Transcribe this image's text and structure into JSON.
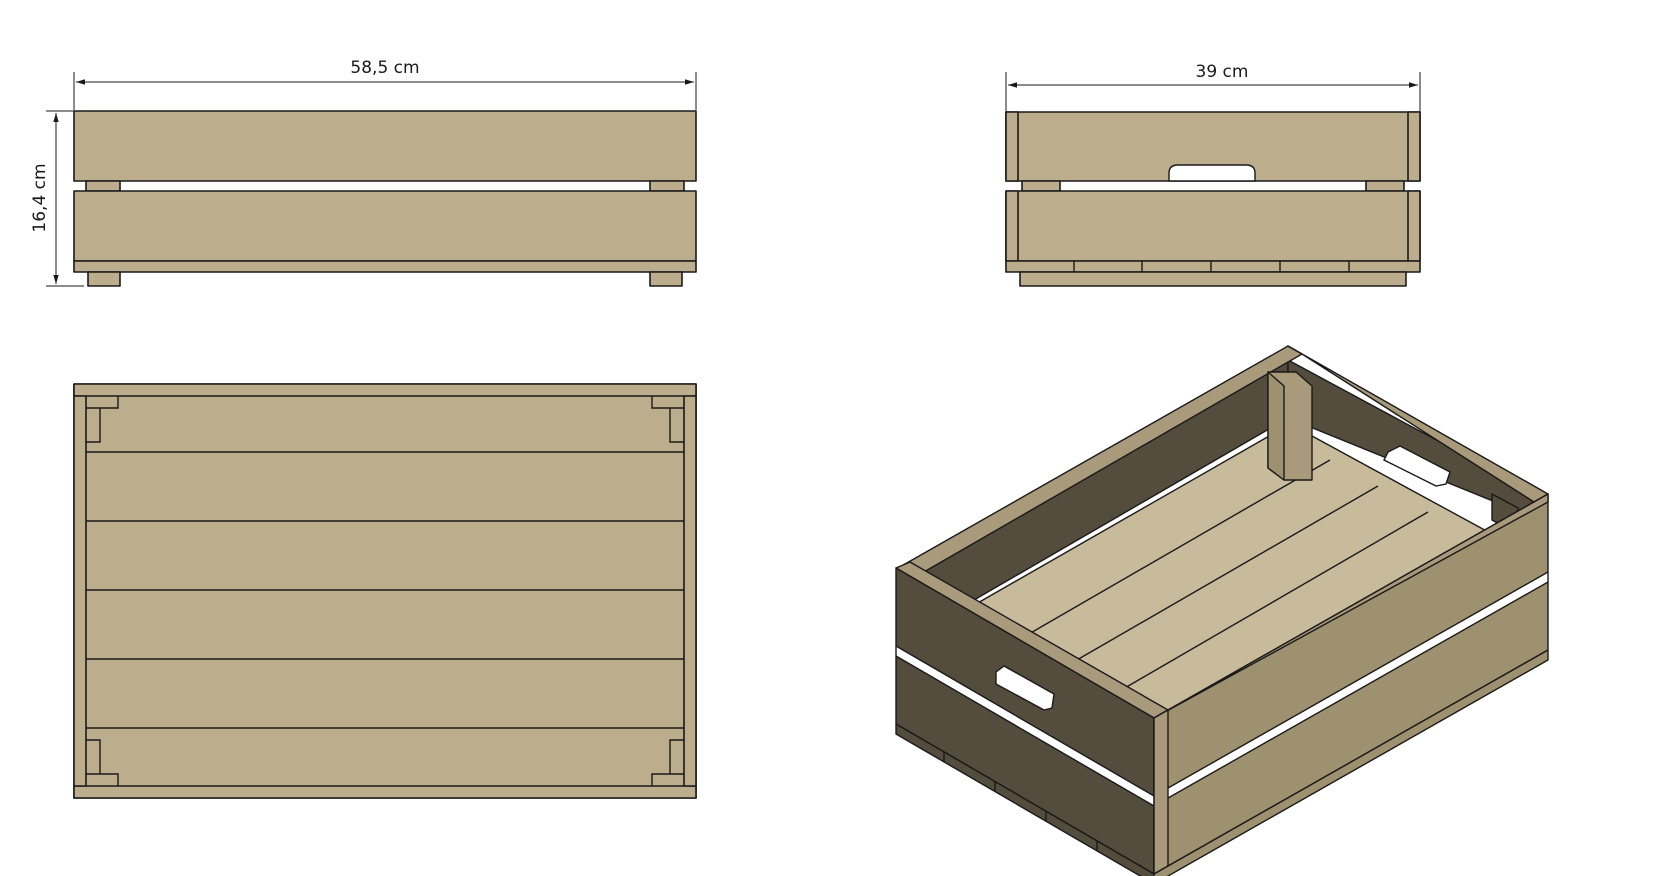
{
  "dimensions": {
    "length": "58,5 cm",
    "height": "16,4 cm",
    "width": "39 cm"
  },
  "colors": {
    "wood": "#bcad8c",
    "wood_dark": "#544c3c",
    "outline": "#1a1a1a"
  }
}
